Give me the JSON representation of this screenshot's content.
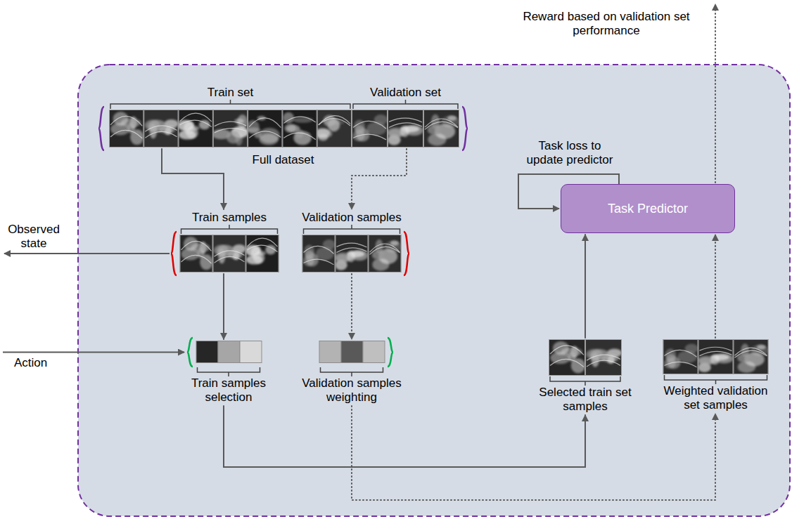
{
  "diagram": {
    "nodes": [
      {
        "text": [
          "Full dataset"
        ]
      },
      {
        "text": [
          "Train set"
        ],
        "in": 0
      },
      {
        "text": [
          "Validation set"
        ],
        "in": 0
      },
      {
        "text": [
          "Train samples"
        ]
      },
      {
        "text": [
          "Validation samples"
        ]
      },
      {
        "text": [
          "Train samples selection"
        ]
      },
      {
        "text": [
          "Validation samples weighting"
        ]
      },
      {
        "text": [
          "Task Predictor"
        ]
      },
      {
        "text": [
          "Selected train set samples"
        ]
      },
      {
        "text": [
          "Weighted validation set samples"
        ]
      }
    ],
    "edges": [
      {
        "from": 1,
        "to": 3,
        "arrow": "to"
      },
      {
        "from": 2,
        "to": 4,
        "arrow": "to"
      },
      {
        "from": 3,
        "to": 5,
        "arrow": "to"
      },
      {
        "from": 4,
        "to": 6,
        "arrow": "to"
      },
      {
        "from": 5,
        "to": 8,
        "arrow": "to"
      },
      {
        "from": 6,
        "to": 9,
        "arrow": "to"
      },
      {
        "from": 8,
        "to": 7,
        "arrow": "to"
      },
      {
        "from": 9,
        "to": 7,
        "arrow": "to"
      }
    ],
    "labels": [
      "Reward based on validation set performance",
      "Task loss to update predictor",
      "Observed state",
      "Action"
    ]
  }
}
